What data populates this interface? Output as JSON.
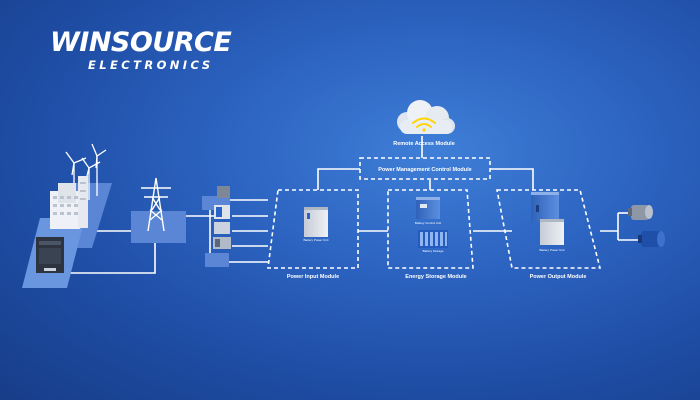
{
  "brand": {
    "name": "WINSOURCE",
    "subtitle": "ELECTRONICS"
  },
  "diagram": {
    "cloud_label": "Remote Access Module",
    "control_module": "Power Management Control Module",
    "modules": [
      {
        "label": "Power Input Module",
        "device_label": "Battery Power Unit"
      },
      {
        "label": "Energy Storage Module",
        "device_label": "Battery Control Unit",
        "storage_label": "Battery Storage"
      },
      {
        "label": "Power Output Module",
        "device_label": "Battery Power Unit"
      }
    ]
  },
  "colors": {
    "line": "#ffffff",
    "platform": "#5b86d6",
    "cabinet": "#d7dde6",
    "wifi": "#ffd400",
    "battery": "#2a63c7"
  }
}
